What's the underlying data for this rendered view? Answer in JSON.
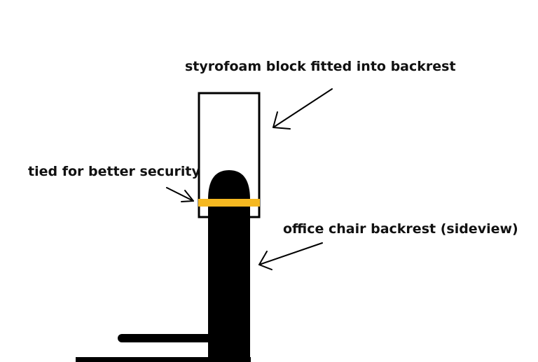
{
  "labels": {
    "styrofoam": "styrofoam block fitted into backrest",
    "tied": "tied for better security",
    "backrest": "office chair backrest (sideview)"
  },
  "colors": {
    "background": "#ffffff",
    "ink": "#000000",
    "strap": "#f5b821",
    "text": "#111111"
  }
}
